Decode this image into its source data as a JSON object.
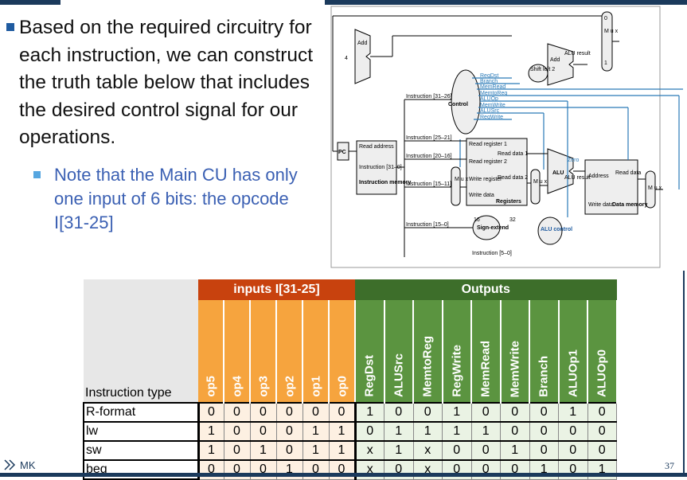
{
  "bullets": {
    "main": "Based on the required circuitry for each instruction, we can construct the truth table below that includes the desired control signal for our operations.",
    "sub": "Note that the Main CU has only one input of 6 bits: the opcode I[31-25]"
  },
  "diagram": {
    "add": "Add",
    "four": "4",
    "add_alu": "Add",
    "alu_result": "ALU result",
    "shift_left": "Shift left 2",
    "mux": "M u x",
    "zero": "0",
    "one": "1",
    "pc": "PC",
    "read_address": "Read address",
    "instruction_bits": "Instruction [31–0]",
    "instruction_memory": "Instruction memory",
    "control": "Control",
    "instr_31_26": "Instruction [31–26]",
    "instr_25_21": "Instruction [25–21]",
    "instr_20_16": "Instruction [20–16]",
    "instr_15_11": "Instruction [15–11]",
    "instr_15_0": "Instruction [15–0]",
    "instr_5_0": "Instruction [5–0]",
    "signals": [
      "RegDst",
      "Branch",
      "MemRead",
      "MemtoReg",
      "ALUOp",
      "MemWrite",
      "ALUSrc",
      "RegWrite"
    ],
    "read_register_1": "Read register 1",
    "read_register_2": "Read register 2",
    "write_register": "Write register",
    "write_data": "Write data",
    "read_data_1": "Read data 1",
    "read_data_2": "Read data 2",
    "registers": "Registers",
    "sixteen": "16",
    "thirtytwo": "32",
    "sign_extend": "Sign-extend",
    "alu_control": "ALU control",
    "alu": "ALU",
    "alu_result2": "ALU result",
    "zero_flag": "Zero",
    "address": "Address",
    "read_data": "Read data",
    "data_memory": "Data memory"
  },
  "table": {
    "inputs_header": "inputs I[31-25]",
    "outputs_header": "Outputs",
    "type_header": "Instruction type",
    "input_cols": [
      "op5",
      "op4",
      "op3",
      "op2",
      "op1",
      "op0"
    ],
    "output_cols": [
      "RegDst",
      "ALUSrc",
      "MemtoReg",
      "RegWrite",
      "MemRead",
      "MemWrite",
      "Branch",
      "ALUOp1",
      "ALUOp0"
    ],
    "rows": [
      {
        "type": "R-format",
        "inputs": [
          "0",
          "0",
          "0",
          "0",
          "0",
          "0"
        ],
        "outputs": [
          "1",
          "0",
          "0",
          "1",
          "0",
          "0",
          "0",
          "1",
          "0"
        ]
      },
      {
        "type": "lw",
        "inputs": [
          "1",
          "0",
          "0",
          "0",
          "1",
          "1"
        ],
        "outputs": [
          "0",
          "1",
          "1",
          "1",
          "1",
          "0",
          "0",
          "0",
          "0"
        ]
      },
      {
        "type": "sw",
        "inputs": [
          "1",
          "0",
          "1",
          "0",
          "1",
          "1"
        ],
        "outputs": [
          "x",
          "1",
          "x",
          "0",
          "0",
          "1",
          "0",
          "0",
          "0"
        ]
      },
      {
        "type": "beq",
        "inputs": [
          "0",
          "0",
          "0",
          "1",
          "0",
          "0"
        ],
        "outputs": [
          "x",
          "0",
          "x",
          "0",
          "0",
          "0",
          "1",
          "0",
          "1"
        ]
      }
    ]
  },
  "footer": {
    "logo": "MK",
    "page": "37"
  },
  "colors": {
    "inputs": "#c8420e",
    "outputs": "#3d6e2a",
    "op_column": "#f6a43e",
    "out_column": "#5b9440",
    "bar": "#1b3a5c",
    "bullet": "#1f5ba0",
    "sub_text": "#3b60b3",
    "signal_lines": "#2a7ab8"
  }
}
